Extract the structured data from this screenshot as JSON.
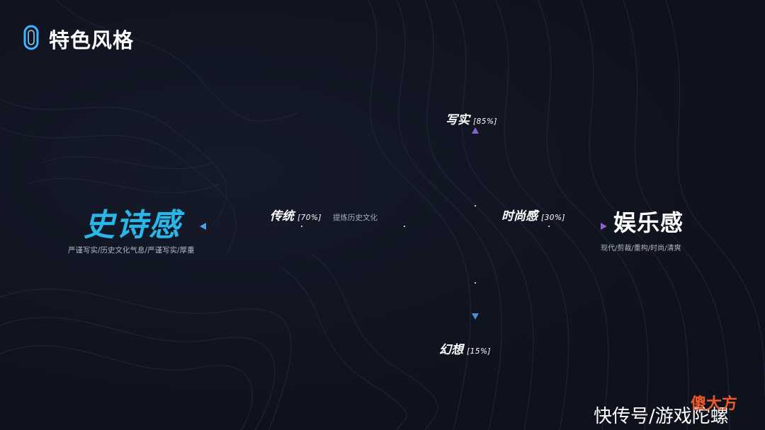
{
  "header": {
    "title": "特色风格"
  },
  "poles": {
    "left": {
      "title": "史诗感",
      "desc": "严谨写实/历史文化气息/严谨写实/厚重"
    },
    "right": {
      "title": "娱乐感",
      "desc": "现代/剪裁/重构/时尚/清爽"
    }
  },
  "axis_labels": {
    "top": {
      "label": "写实",
      "value": "[85%]"
    },
    "bottom": {
      "label": "幻想",
      "value": "[15%]"
    },
    "left": {
      "label": "传统",
      "value": "[70%]",
      "sub": "提炼历史文化"
    },
    "right": {
      "label": "时尚感",
      "value": "[30%]"
    }
  },
  "watermark": {
    "text": "快传号/游戏陀螺",
    "seal": "傻大方"
  },
  "colors": {
    "background": "#11141f",
    "accent_cyan": "#2ab7e8",
    "axis_purple": "#7e5fd0",
    "axis_blue": "#4a8fd8"
  },
  "icons": {
    "logo": "capsule-ring-icon"
  }
}
